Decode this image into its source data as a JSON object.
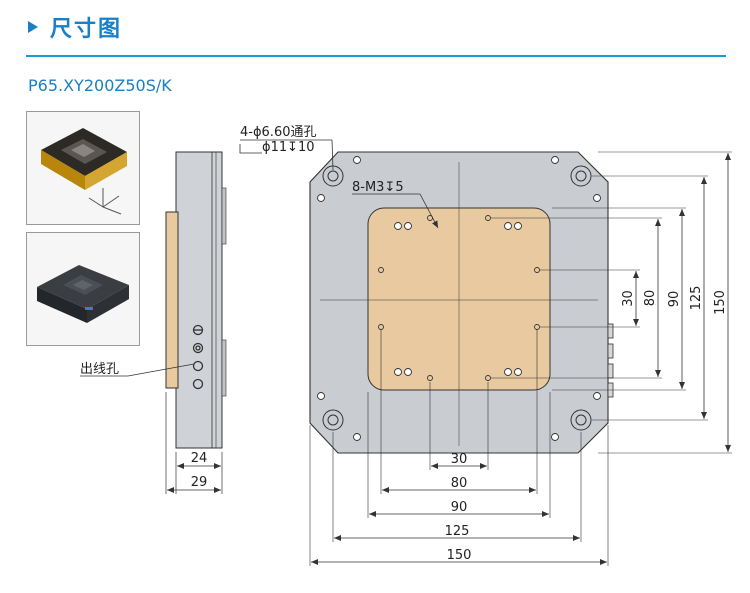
{
  "header": {
    "title": "尺寸图",
    "accent_color": "#1a7fc4",
    "icon": "triangle-right-icon"
  },
  "model": "P65.XY200Z50S/K",
  "photos": [
    {
      "name": "stage-photo-gold",
      "description_icon": "xyz-axes-icon"
    },
    {
      "name": "stage-photo-black"
    }
  ],
  "annotations": {
    "through_hole_line1": "4-ϕ6.60通孔",
    "through_hole_line2": "ϕ11↧10",
    "thread_holes": "8-M3↧5",
    "cable_outlet": "出线孔"
  },
  "side_view_dims": {
    "inner": "24",
    "outer": "29"
  },
  "horizontal_dims": [
    "30",
    "80",
    "90",
    "125",
    "150"
  ],
  "vertical_dims": [
    "30",
    "80",
    "90",
    "125",
    "150"
  ],
  "colors": {
    "body": "#c9ccd1",
    "table": "#e8c9a0",
    "line": "#333333"
  }
}
